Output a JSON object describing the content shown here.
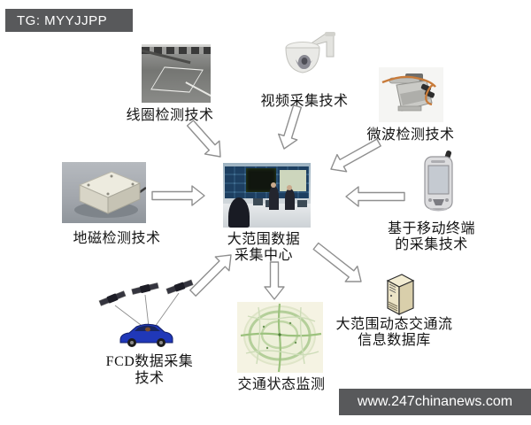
{
  "watermarks": {
    "top_left": "TG: MYYJJPP",
    "bottom_right": "www.247chinanews.com"
  },
  "diagram": {
    "nodes": {
      "loop": {
        "label": "线圈检测技术"
      },
      "video": {
        "label": "视频采集技术"
      },
      "microwave": {
        "label": "微波检测技术"
      },
      "geomagnetic": {
        "label": "地磁检测技术"
      },
      "center": {
        "lines": [
          "大范围数据",
          "采集中心"
        ]
      },
      "mobile": {
        "lines": [
          "基于移动终端",
          "的采集技术"
        ]
      },
      "fcd": {
        "lines": [
          "FCD数据采集",
          "技术"
        ]
      },
      "traffic": {
        "label": "交通状态监测"
      },
      "database": {
        "lines": [
          "大范围动态交通流",
          "信息数据库"
        ]
      }
    },
    "icons": {
      "loop": "road-loop-detector-photo",
      "video": "dome-camera",
      "microwave": "microwave-sensor",
      "geomagnetic": "sensor-box",
      "center": "control-room-photo",
      "mobile": "pda-phone",
      "fcd": "car-with-satellites",
      "traffic": "road-network-map",
      "database": "server-tower"
    }
  },
  "colors": {
    "banner_bg": "#58595b",
    "banner_text": "#ffffff",
    "arrow_fill": "#ffffff",
    "arrow_stroke": "#8f8f8f",
    "car_blue": "#2038b8",
    "label_text": "#141414"
  }
}
